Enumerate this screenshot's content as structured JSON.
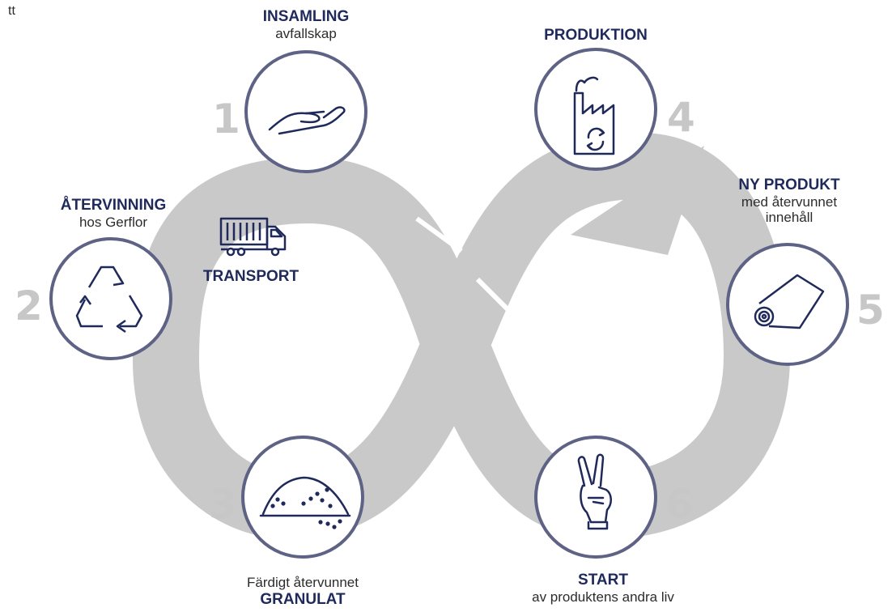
{
  "corner_text": "tt",
  "transport_label": "TRANSPORT",
  "steps": [
    {
      "number": "1",
      "title": "INSAMLING",
      "subtitle": "avfallskap",
      "icon": "hand-icon"
    },
    {
      "number": "2",
      "title": "ÅTERVINNING",
      "subtitle": "hos Gerflor",
      "icon": "recycle-icon"
    },
    {
      "number": "3",
      "title": "GRANULAT",
      "subtitle": "Färdigt återvunnet",
      "icon": "granulate-pile-icon"
    },
    {
      "number": "4",
      "title": "PRODUKTION",
      "subtitle": "",
      "icon": "factory-icon"
    },
    {
      "number": "5",
      "title": "NY PRODUKT",
      "subtitle": "med återvunnet innehåll",
      "icon": "flooring-roll-icon"
    },
    {
      "number": "6",
      "title": "START",
      "subtitle": "av produktens andra liv",
      "icon": "victory-hand-icon"
    }
  ],
  "colors": {
    "loop": "#c9c9c9",
    "circle_border": "#5e6285",
    "title": "#1f2a5a",
    "number": "#c7c7c7",
    "icon": "#1f2a5a"
  }
}
